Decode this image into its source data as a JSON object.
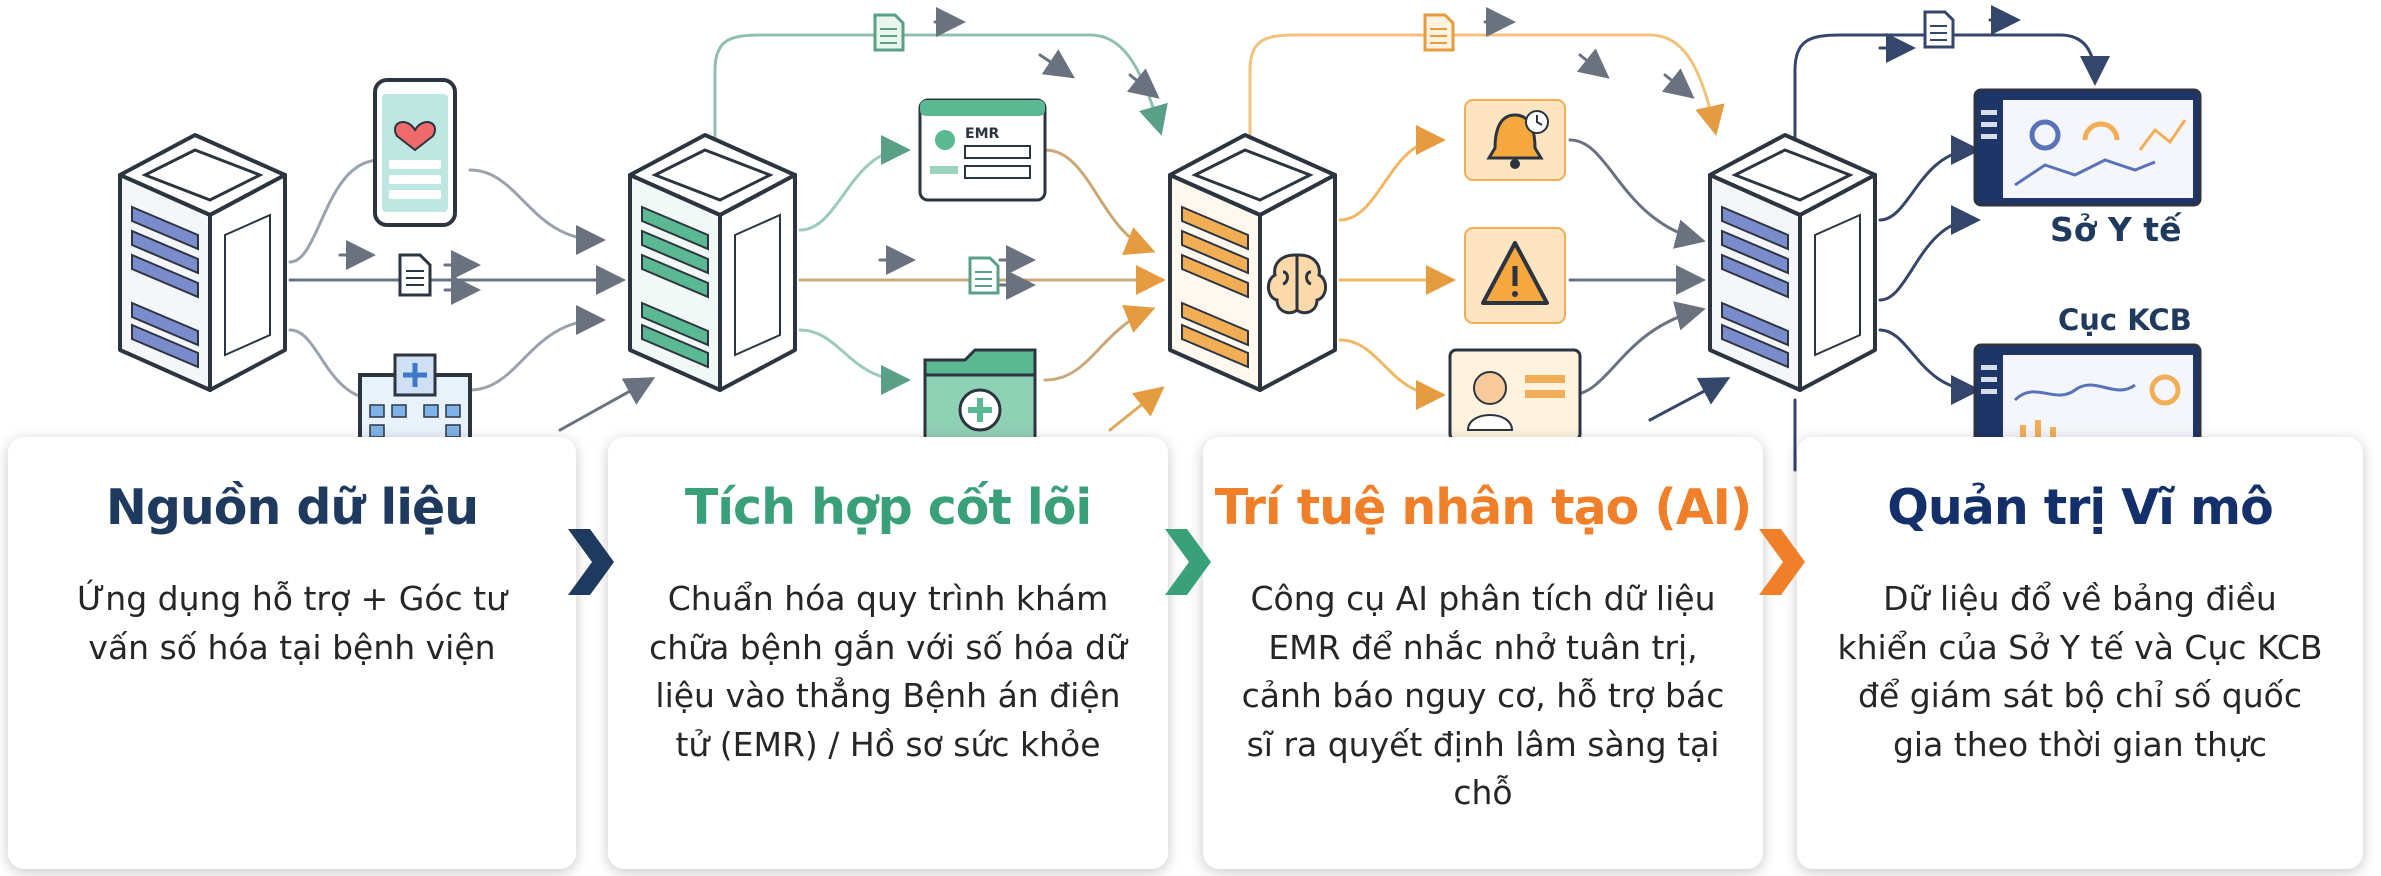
{
  "colors": {
    "navy": "#1e3a5f",
    "teal": "#3aa07a",
    "orange": "#f07f2a",
    "dark_blue": "#14306b",
    "server_blue": "#7b8ccd",
    "server_green": "#5ab892",
    "server_orange": "#f2ae57"
  },
  "top_labels": {
    "so_y_te": "Sở Y tế",
    "cuc_kcb": "Cục KCB"
  },
  "icons": [
    "smartphone-icon",
    "document-icon",
    "hospital-icon",
    "emr-form-icon",
    "medical-folder-icon",
    "brain-icon",
    "bell-icon",
    "warning-icon",
    "doctor-profile-icon",
    "dashboard-icon"
  ],
  "cards": [
    {
      "title": "Nguồn dữ liệu",
      "body": "Ứng dụng hỗ trợ + Góc tư vấn số hóa tại bệnh viện"
    },
    {
      "title": "Tích hợp cốt lõi",
      "body": "Chuẩn hóa quy trình khám chữa bệnh gắn với số hóa dữ liệu vào thẳng Bệnh án điện tử (EMR) / Hồ sơ sức khỏe"
    },
    {
      "title": "Trí tuệ nhân tạo (AI)",
      "body": "Công cụ AI phân tích dữ liệu EMR để nhắc nhở tuân trị, cảnh báo nguy cơ, hỗ trợ bác sĩ ra quyết định lâm sàng tại chỗ"
    },
    {
      "title": "Quản trị Vĩ mô",
      "body": "Dữ liệu đổ về bảng điều khiển của Sở Y tế và Cục KCB để giám sát bộ chỉ số quốc gia theo thời gian thực"
    }
  ]
}
